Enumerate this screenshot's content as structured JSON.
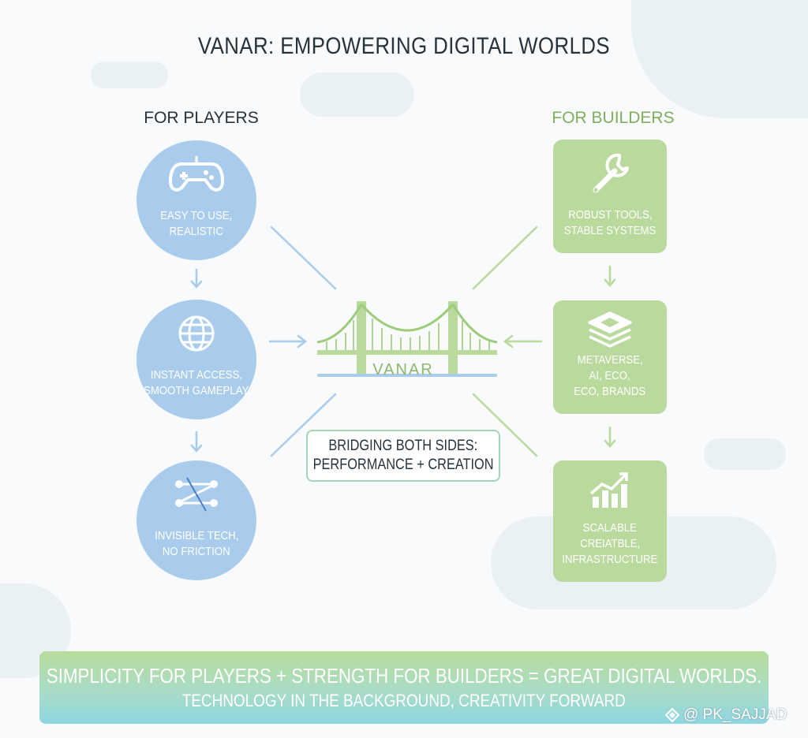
{
  "title": "VANAR: EMPOWERING DIGITAL WORLDS",
  "players": {
    "heading": "FOR PLAYERS",
    "items": [
      {
        "icon": "gamepad-icon",
        "line1": "EASY TO USE,",
        "line2": "REALISTIC"
      },
      {
        "icon": "globe-icon",
        "line1": "INSTANT ACCESS,",
        "line2": "SMOOTH GAMEPLAY"
      },
      {
        "icon": "network-icon",
        "line1": "INVISIBLE TECH,",
        "line2": "NO FRICTION"
      }
    ]
  },
  "builders": {
    "heading": "FOR BUILDERS",
    "items": [
      {
        "icon": "wrench-icon",
        "lines": [
          "ROBUST TOOLS,",
          "STABLE SYSTEMS"
        ]
      },
      {
        "icon": "layers-icon",
        "lines": [
          "METAVERSE,",
          "AI, ECO,",
          "ECO, BRANDS"
        ]
      },
      {
        "icon": "growth-chart-icon",
        "lines": [
          "SCALABLE",
          "CREIATBLE,",
          "INFRASTRUCTURE"
        ]
      }
    ]
  },
  "bridge": {
    "name": "VANAR",
    "caption_line1": "BRIDGING BOTH SIDES:",
    "caption_line2": "PERFORMANCE + CREATION"
  },
  "banner": {
    "line1": "SIMPLICITY FOR PLAYERS + STRENGTH FOR BUILDERS = GREAT DIGITAL WORLDS.",
    "line2": "TECHNOLOGY IN THE BACKGROUND, CREATIVITY FORWARD"
  },
  "watermark": "@ PK_SAJJAD",
  "colors": {
    "player_blue": "#a9ccec",
    "builder_green": "#b9d99d",
    "heading_green": "#7fae5d",
    "text_dark": "#26323c"
  }
}
